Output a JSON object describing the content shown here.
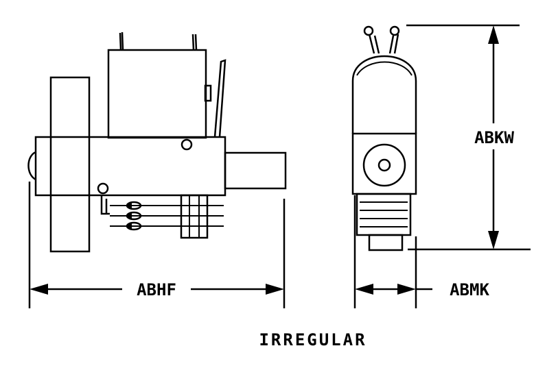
{
  "dimensions": {
    "width_label": "ABHF",
    "side_width_label": "ABMK",
    "height_label": "ABKW"
  },
  "shape_label": "IRREGULAR"
}
